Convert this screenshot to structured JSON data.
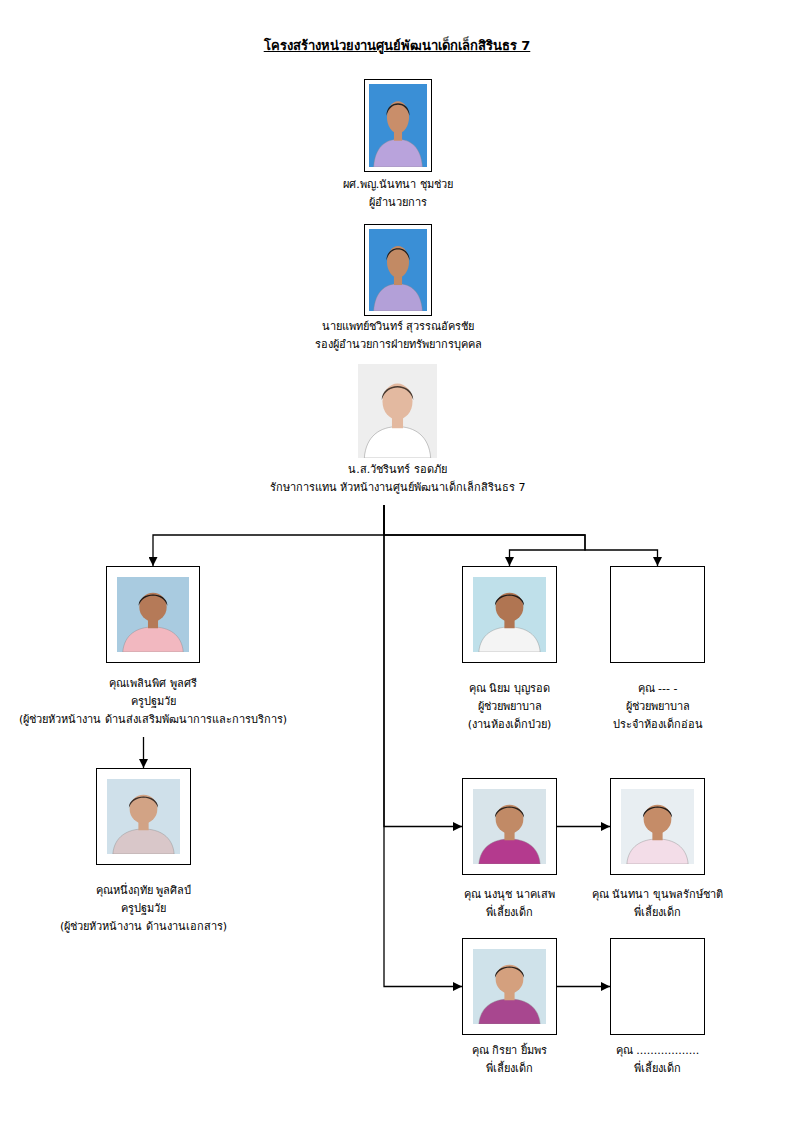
{
  "diagram": {
    "title": "โครงสร้างหน่วยงานศูนย์พัฒนาเด็กเล็กสิรินธร 7",
    "nodes": [
      {
        "text": [
          "ผศ.พญ.นันทนา ชุมช่วย",
          "ผู้อำนวยการ"
        ]
      },
      {
        "text": [
          "นายแพทย์ชวินทร์ สุวรรณอัครชัย",
          "รองผู้อำนวยการฝ่ายทรัพยากรบุคคล"
        ]
      },
      {
        "text": [
          "น.ส.วัชรินทร์ รอดภัย",
          "รักษาการแทน หัวหน้างานศูนย์พัฒนาเด็กเล็กสิรินธร 7"
        ]
      },
      {
        "text": [
          "คุณเพลินพิศ พูลศรี",
          "ครูปฐมวัย",
          "(ผู้ช่วยหัวหน้างาน ด้านส่งเสริมพัฒนาการและการบริการ)"
        ]
      },
      {
        "text": [
          "คุณหนึ่งฤทัย พูลศิลป์",
          "ครูปฐมวัย",
          "(ผู้ช่วยหัวหน้างาน ด้านงานเอกสาร)"
        ]
      },
      {
        "text": [
          "คุณ นิยม บุญรอด",
          "ผู้ช่วยพยาบาล",
          "(งานห้องเด็กป่วย)"
        ]
      },
      {
        "text": [
          "คุณ --- -",
          "ผู้ช่วยพยาบาล",
          "ประจำห้องเด็กอ่อน"
        ]
      },
      {
        "text": [
          "คุณ นงนุช นาคเสพ",
          "พี่เลี้ยงเด็ก"
        ]
      },
      {
        "text": [
          "คุณ นันทนา ขุนพลรักษ์ชาติ",
          "พี่เลี้ยงเด็ก"
        ]
      },
      {
        "text": [
          "คุณ กิรยา ยิ้มพร",
          "พี่เลี้ยงเด็ก"
        ]
      },
      {
        "text": [
          "คุณ ..................",
          "พี่เลี้ยงเด็ก"
        ]
      }
    ],
    "edges": [
      {
        "from": 2,
        "to": 3,
        "arrow": "to"
      },
      {
        "from": 2,
        "to": 5,
        "arrow": "to"
      },
      {
        "from": 2,
        "to": 6,
        "arrow": "to"
      },
      {
        "from": 2,
        "to": 7,
        "arrow": "to"
      },
      {
        "from": 2,
        "to": 9,
        "arrow": "to"
      },
      {
        "from": 3,
        "to": 4,
        "arrow": "to"
      },
      {
        "from": 7,
        "to": 8,
        "arrow": "to"
      },
      {
        "from": 9,
        "to": 10,
        "arrow": "to"
      }
    ]
  }
}
